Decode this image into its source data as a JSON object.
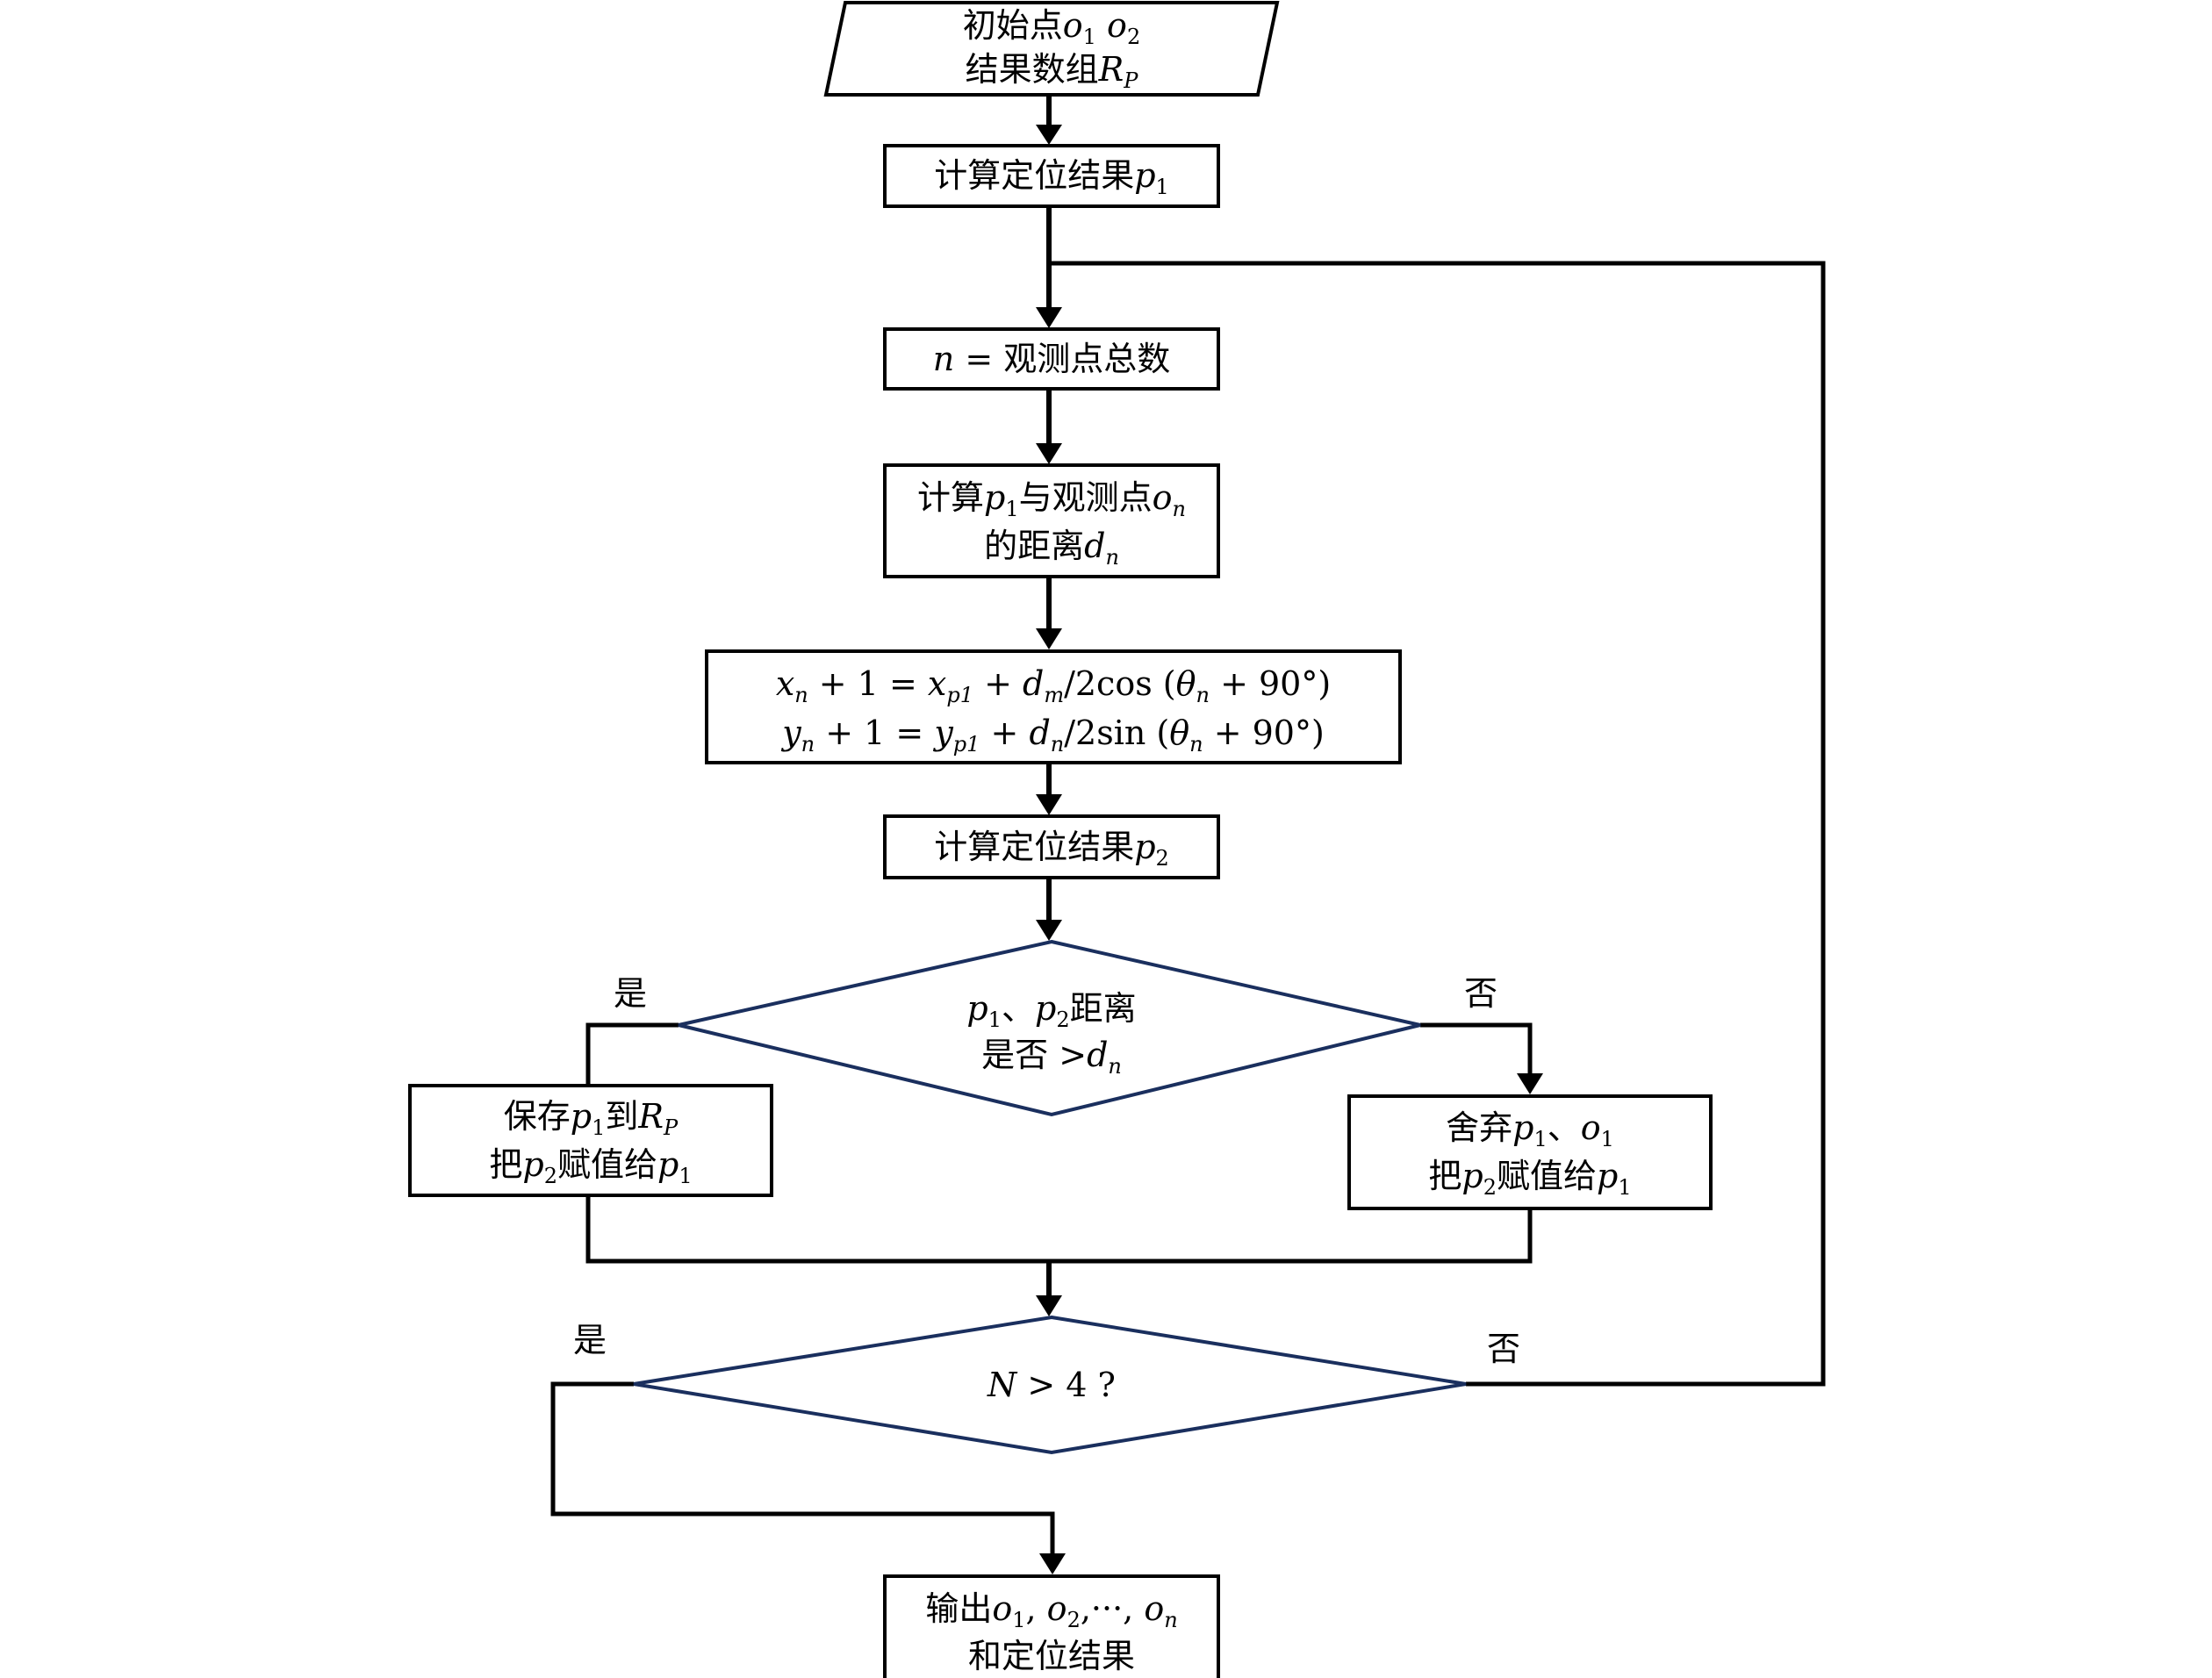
{
  "nodes": {
    "start": {
      "line1": "初始点",
      "o": "o",
      "s1": "1",
      "s2": "2",
      "line2": "结果数组",
      "R": "R",
      "RP": "P"
    },
    "calc_p1": {
      "text": "计算定位结果",
      "p": "p",
      "sub": "1"
    },
    "n_total": {
      "n": "n",
      "text": " = 观测点总数"
    },
    "calc_dist": {
      "l1a": "计算",
      "p": "p",
      "sub1": "1",
      "l1b": "与观测点",
      "o": "o",
      "subn": "n",
      "l2a": "的距离",
      "d": "d",
      "subd": "n"
    },
    "formula": {
      "x": "x",
      "xs": "n",
      "x_rest1": " + 1 = ",
      "xp": "x",
      "xps": "p1",
      "x_rest2": " + ",
      "dm": "d",
      "dms": "m",
      "x_rest3": "/2cos (",
      "th": "θ",
      "ths": "n",
      "x_rest4": " + 90°)",
      "y": "y",
      "ys": "n",
      "y_rest1": " + 1 = ",
      "yp": "y",
      "yps": "p1",
      "y_rest2": " + ",
      "dn": "d",
      "dns": "n",
      "y_rest3": "/2sin (",
      "th2": "θ",
      "th2s": "n",
      "y_rest4": " + 90°)"
    },
    "calc_p2": {
      "text": "计算定位结果",
      "p": "p",
      "sub": "2"
    },
    "decision1": {
      "p1": "p",
      "s1": "1",
      "sep": "、",
      "p2": "p",
      "s2": "2",
      "t1": "距离",
      "t2": "是否 >",
      "d": "d",
      "ds": "n"
    },
    "save": {
      "a": "保存",
      "p": "p",
      "ps": "1",
      "b": "到",
      "R": "R",
      "Rs": "P",
      "c": "把",
      "p2": "p",
      "p2s": "2",
      "d": "赋值给",
      "p3": "p",
      "p3s": "1"
    },
    "discard": {
      "a": "舍弃",
      "p": "p",
      "ps": "1",
      "sep": "、",
      "o": "o",
      "os": "1",
      "c": "把",
      "p2": "p",
      "p2s": "2",
      "d": "赋值给",
      "p3": "p",
      "p3s": "1"
    },
    "decision2": {
      "N": "N",
      "rest": " > 4 ?"
    },
    "output": {
      "a": "输出",
      "o1": "o",
      "o1s": "1",
      "comma1": ", ",
      "o2": "o",
      "o2s": "2",
      "mid": ",···, ",
      "on": "o",
      "ons": "n",
      "line2": "和定位结果"
    }
  },
  "edge_labels": {
    "d1_yes": "是",
    "d1_no": "否",
    "d2_yes": "是",
    "d2_no": "否"
  }
}
